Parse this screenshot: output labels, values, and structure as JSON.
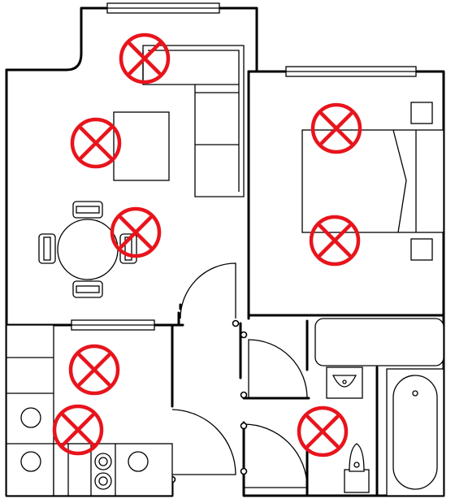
{
  "colors": {
    "wall": "#000000",
    "background": "#ffffff",
    "marker": "#e8141c"
  },
  "marker_icon": "red-circle-x-icon",
  "markers": [
    {
      "name": "marker-living-room-top"
    },
    {
      "name": "marker-living-room-tv"
    },
    {
      "name": "marker-dining"
    },
    {
      "name": "marker-bedroom-top"
    },
    {
      "name": "marker-bedroom-bottom"
    },
    {
      "name": "marker-kitchen"
    },
    {
      "name": "marker-kitchen-stove"
    },
    {
      "name": "marker-hallway"
    }
  ]
}
